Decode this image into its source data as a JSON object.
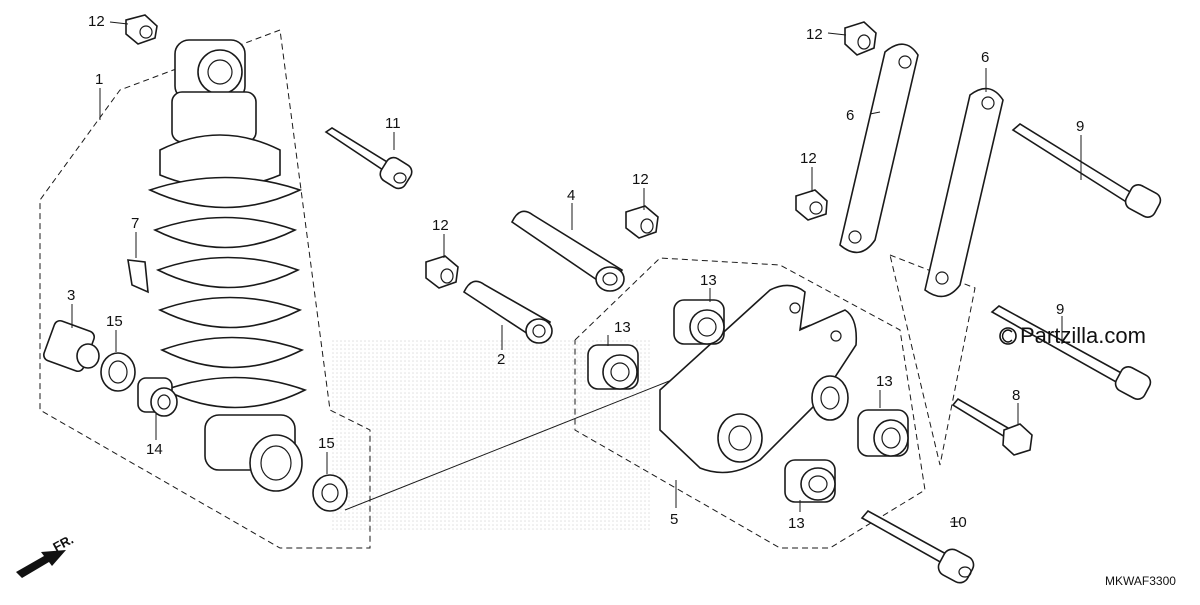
{
  "diagram": {
    "watermark": "Partzilla.com",
    "diagram_code": "MKWAF3300",
    "direction_label": "FR.",
    "icons": [
      "copyright-icon",
      "front-arrow-icon"
    ],
    "callouts": [
      {
        "id": "c1",
        "label": "1"
      },
      {
        "id": "c2",
        "label": "2"
      },
      {
        "id": "c3",
        "label": "3"
      },
      {
        "id": "c4",
        "label": "4"
      },
      {
        "id": "c5",
        "label": "5"
      },
      {
        "id": "c6a",
        "label": "6"
      },
      {
        "id": "c6b",
        "label": "6"
      },
      {
        "id": "c7",
        "label": "7"
      },
      {
        "id": "c8",
        "label": "8"
      },
      {
        "id": "c9a",
        "label": "9"
      },
      {
        "id": "c9b",
        "label": "9"
      },
      {
        "id": "c10",
        "label": "10"
      },
      {
        "id": "c11",
        "label": "11"
      },
      {
        "id": "c12a",
        "label": "12"
      },
      {
        "id": "c12b",
        "label": "12"
      },
      {
        "id": "c12c",
        "label": "12"
      },
      {
        "id": "c12d",
        "label": "12"
      },
      {
        "id": "c12e",
        "label": "12"
      },
      {
        "id": "c13a",
        "label": "13"
      },
      {
        "id": "c13b",
        "label": "13"
      },
      {
        "id": "c13c",
        "label": "13"
      },
      {
        "id": "c13d",
        "label": "13"
      },
      {
        "id": "c14",
        "label": "14"
      },
      {
        "id": "c15a",
        "label": "15"
      },
      {
        "id": "c15b",
        "label": "15"
      }
    ]
  }
}
